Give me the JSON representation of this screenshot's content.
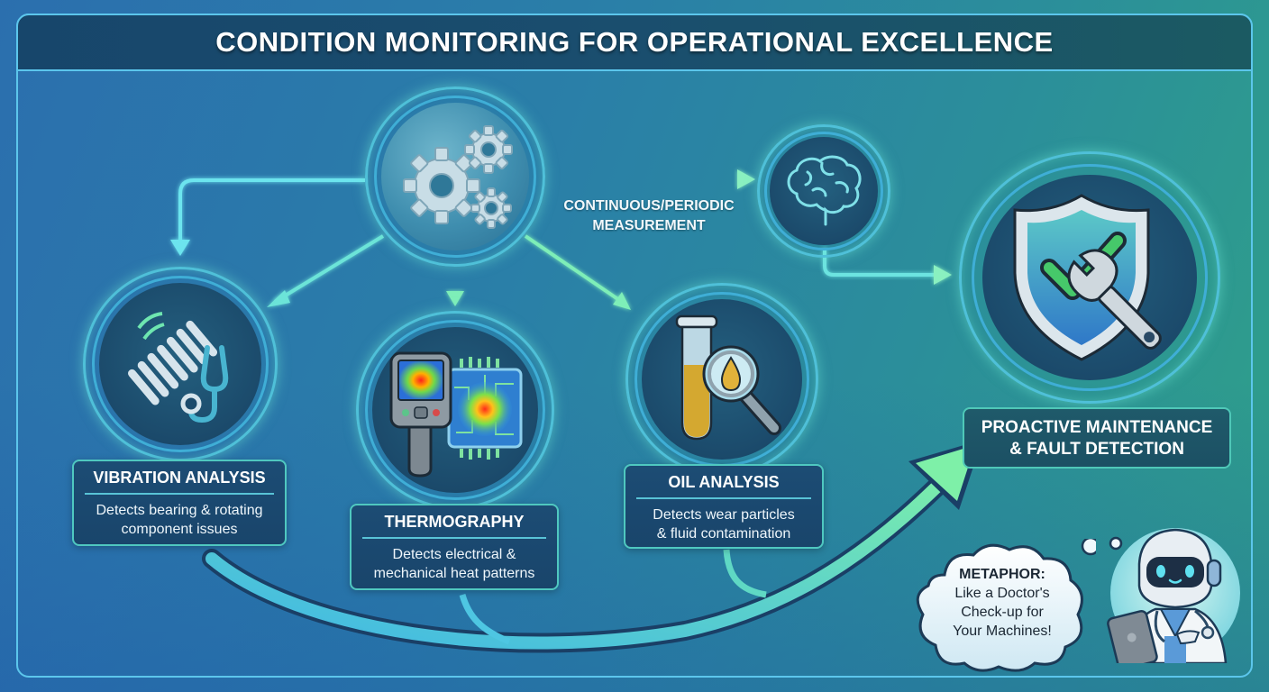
{
  "title": "CONDITION MONITORING FOR OPERATIONAL EXCELLENCE",
  "colors": {
    "accent_cyan": "#5cc6ec",
    "accent_green": "#6ee6b0",
    "box_fill": "#1c4c74",
    "title_bar": "#17466b"
  },
  "hub": {
    "icon": "gears-icon"
  },
  "measurement": {
    "label_line1": "CONTINUOUS/PERIODIC",
    "label_line2": "MEASUREMENT",
    "icon": "brain-icon"
  },
  "techniques": [
    {
      "title": "VIBRATION ANALYSIS",
      "desc_line1": "Detects bearing & rotating",
      "desc_line2": "component issues",
      "icon": "spring-stethoscope-icon"
    },
    {
      "title": "THERMOGRAPHY",
      "desc_line1": "Detects electrical &",
      "desc_line2": "mechanical heat patterns",
      "icon": "thermal-camera-icon"
    },
    {
      "title": "OIL ANALYSIS",
      "desc_line1": "Detects wear particles",
      "desc_line2": "& fluid contamination",
      "icon": "oil-test-tube-icon"
    }
  ],
  "outcome": {
    "line1": "PROACTIVE MAINTENANCE",
    "line2": "& FAULT DETECTION",
    "icon": "shield-check-wrench-icon"
  },
  "metaphor": {
    "heading": "METAPHOR:",
    "line1": "Like a Doctor's",
    "line2": "Check-up for",
    "line3": "Your Machines!",
    "icon": "robot-doctor-icon"
  }
}
